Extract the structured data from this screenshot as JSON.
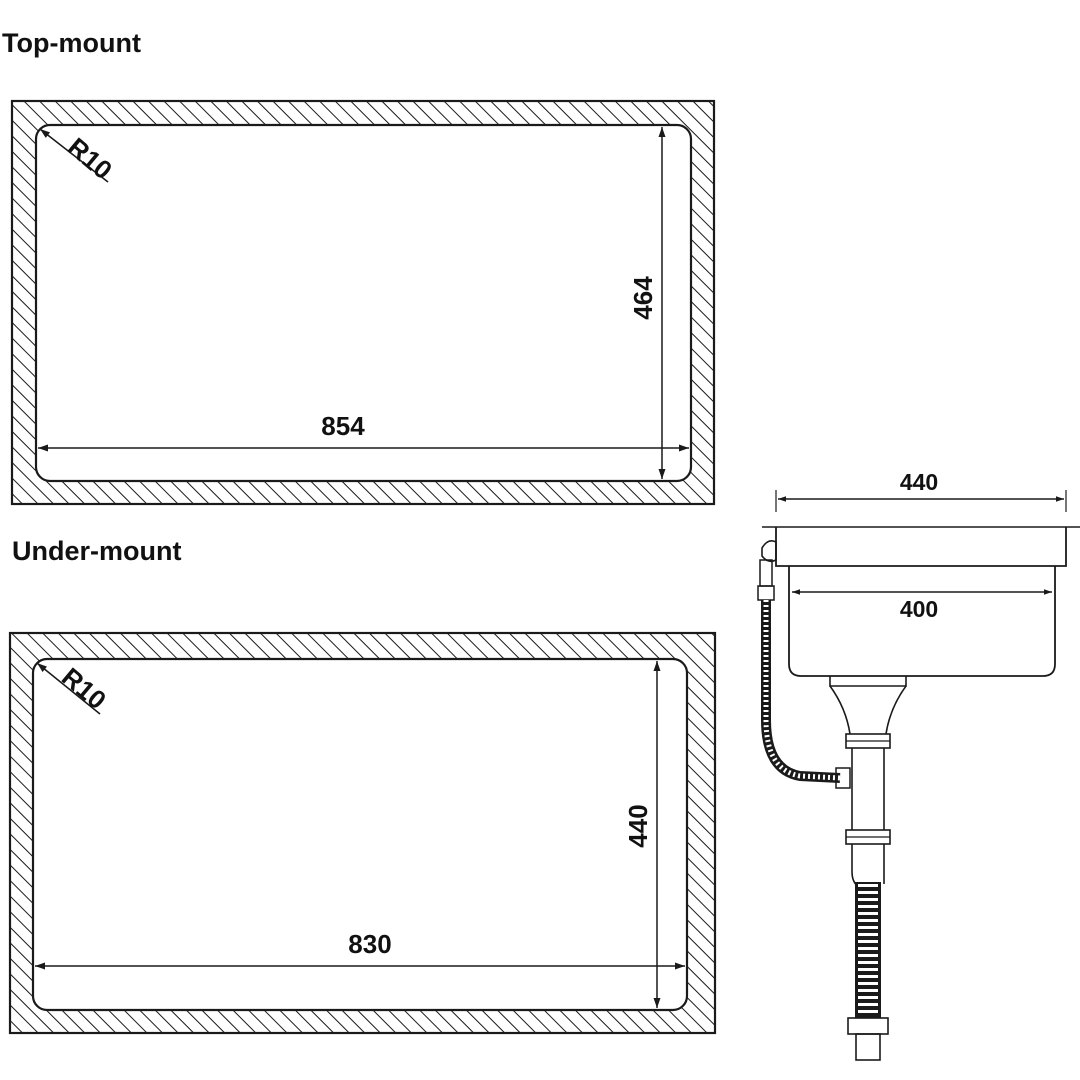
{
  "titles": {
    "top_mount": "Top-mount",
    "under_mount": "Under-mount"
  },
  "top_mount": {
    "radius_label": "R10",
    "width_label": "854",
    "height_label": "464"
  },
  "under_mount": {
    "radius_label": "R10",
    "width_label": "830",
    "height_label": "440"
  },
  "side_view": {
    "overall_width_label": "440",
    "bowl_width_label": "400"
  },
  "colors": {
    "line": "#1a1a1a",
    "text": "#111111",
    "background": "#ffffff"
  }
}
